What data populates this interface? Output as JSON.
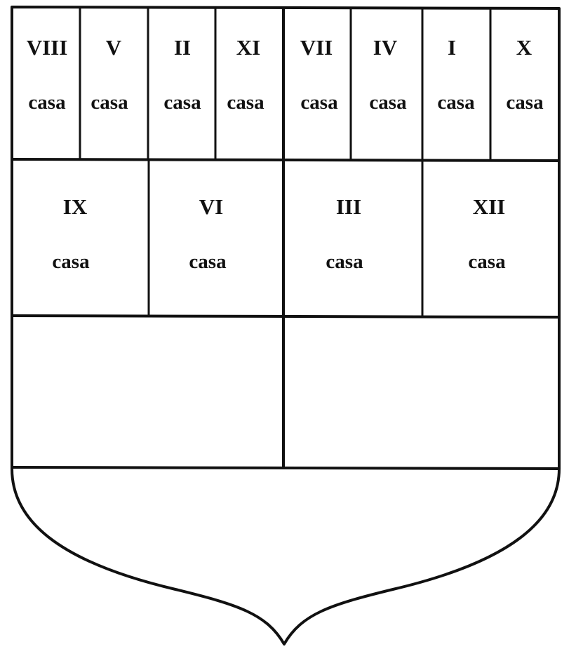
{
  "colors": {
    "ink": "#111111",
    "paper": "#ffffff"
  },
  "top_row": [
    {
      "numeral": "VIII",
      "word": "casa"
    },
    {
      "numeral": "V",
      "word": "casa"
    },
    {
      "numeral": "II",
      "word": "casa"
    },
    {
      "numeral": "XI",
      "word": "casa"
    },
    {
      "numeral": "VII",
      "word": "casa"
    },
    {
      "numeral": "IV",
      "word": "casa"
    },
    {
      "numeral": "I",
      "word": "casa"
    },
    {
      "numeral": "X",
      "word": "casa"
    }
  ],
  "middle_row": [
    {
      "numeral": "IX",
      "word": "casa"
    },
    {
      "numeral": "VI",
      "word": "casa"
    },
    {
      "numeral": "III",
      "word": "casa"
    },
    {
      "numeral": "XII",
      "word": "casa"
    }
  ]
}
